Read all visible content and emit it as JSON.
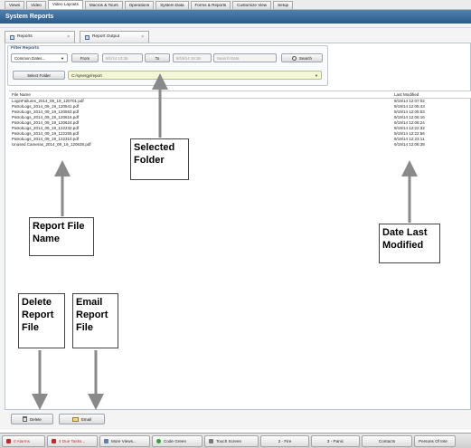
{
  "menu_tabs": [
    "Views",
    "Video",
    "Video Layouts",
    "Macros & Tours",
    "Operations",
    "System Data",
    "Forms & Reports",
    "Customize View",
    "Setup"
  ],
  "window_title": "System Reports",
  "doc_tabs": [
    {
      "label": "Reports",
      "close": "×"
    },
    {
      "label": "Report Output",
      "close": "×"
    }
  ],
  "filter": {
    "title": "Filter Reports",
    "preset": "Common Dates...",
    "from_label": "From",
    "from_date": "9/1/14 13:36",
    "to_label": "To",
    "to_date": "9/19/14 19:36",
    "search_placeholder": "Search Data",
    "search_label": "Search",
    "select_folder_label": "Select Folder",
    "folder_path": "C:/synergy/report"
  },
  "file_list": {
    "headers": {
      "name": "File Name",
      "modified": "Last Modified"
    },
    "rows": [
      {
        "name": "LoginFailures_2014_09_19_120701.pdf",
        "modified": "9/19/14 12:07:02"
      },
      {
        "name": "PatrolLogs_2014_09_19_120541.pdf",
        "modified": "9/19/14 12:05:43"
      },
      {
        "name": "PatrolLogs_2014_09_19_120553.pdf",
        "modified": "9/19/14 12:05:53"
      },
      {
        "name": "PatrolLogs_2014_09_19_120616.pdf",
        "modified": "9/19/14 12:06:16"
      },
      {
        "name": "PatrolLogs_2014_09_19_120624.pdf",
        "modified": "9/19/14 12:06:24"
      },
      {
        "name": "PatrolLogs_2014_09_19_122232.pdf",
        "modified": "9/19/14 12:22:32"
      },
      {
        "name": "PatrolLogs_2014_09_19_122255.pdf",
        "modified": "9/19/14 12:22:56"
      },
      {
        "name": "PatrolLogs_2014_09_19_122310.pdf",
        "modified": "9/19/14 12:23:11"
      },
      {
        "name": "Unused Cameras_2014_09_19_120638.pdf",
        "modified": "9/19/14 12:06:38"
      }
    ]
  },
  "callouts": {
    "selected_folder": "Selected Folder",
    "report_file_name": "Report File Name",
    "date_last_modified": "Date Last Modified",
    "delete_report_file": "Delete Report File",
    "email_report_file": "Email Report File"
  },
  "actions": {
    "delete": "Delete",
    "email": "Email"
  },
  "taskbar": [
    {
      "label": "0 Alarms",
      "color": "#c62828"
    },
    {
      "label": "4 Due Tasks...",
      "color": "#c62828"
    },
    {
      "label": "More Views...",
      "color": "#5b7fa6"
    },
    {
      "label": "Code Green",
      "color": "#3aa13a"
    },
    {
      "label": "Touch Screen",
      "color": "#7a7a7a"
    },
    {
      "label": "2 - Fire",
      "color": ""
    },
    {
      "label": "3 - Panic",
      "color": ""
    },
    {
      "label": "Contacts",
      "color": ""
    },
    {
      "label": "Persons Of Inte",
      "color": ""
    }
  ],
  "colors": {
    "title_bar": "#2b5a8a",
    "folder_path_bg": "#f4f7d6",
    "alert_text": "#c62828"
  }
}
